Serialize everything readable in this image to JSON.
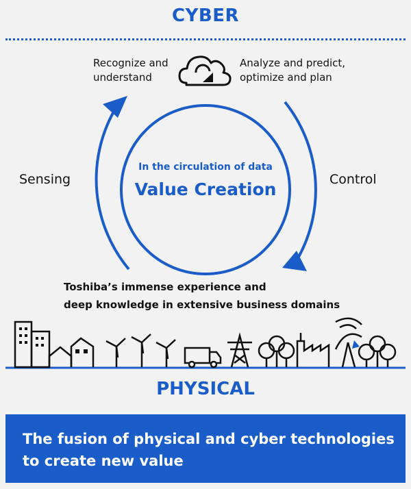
{
  "cyber": {
    "title": "CYBER"
  },
  "physical": {
    "title": "PHYSICAL"
  },
  "cycle": {
    "top_left": [
      "Recognize and",
      "understand"
    ],
    "top_right": [
      "Analyze and predict,",
      "optimize and plan"
    ],
    "left": "Sensing",
    "right": "Control"
  },
  "center": {
    "subtitle": "In the circulation of data",
    "title": "Value Creation"
  },
  "expertise": [
    "Toshiba’s immense experience and",
    "deep knowledge in extensive business domains"
  ],
  "banner": {
    "lines": [
      "The fusion of physical and cyber technologies",
      "to create new value"
    ]
  },
  "colors": {
    "accent": "#1a5dc9",
    "background": "#f2f2f2",
    "banner_text": "#ffffff"
  },
  "icons": [
    "cloud-icon",
    "buildings-icon",
    "houses-icon",
    "wind-turbine-icon",
    "truck-icon",
    "power-tower-icon",
    "trees-icon",
    "factory-icon",
    "satellite-dish-icon"
  ]
}
